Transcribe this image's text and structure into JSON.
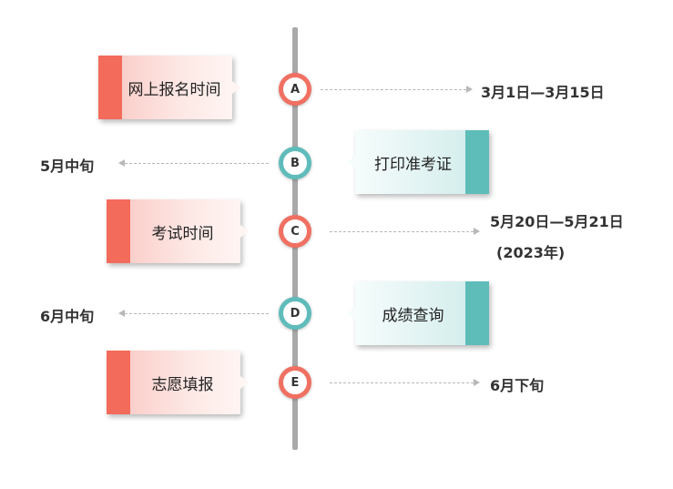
{
  "timeline": {
    "steps": [
      {
        "letter": "A",
        "label": "网上报名时间",
        "date": "3月1日—3月15日"
      },
      {
        "letter": "B",
        "label": "打印准考证",
        "date": "5月中旬"
      },
      {
        "letter": "C",
        "label": "考试时间",
        "date_line1": "5月20日—5月21日",
        "date_line2": "(2023年)"
      },
      {
        "letter": "D",
        "label": "成绩查询",
        "date": "6月中旬"
      },
      {
        "letter": "E",
        "label": "志愿填报",
        "date": "6月下旬"
      }
    ],
    "colors": {
      "accent_red": "#f36b5b",
      "accent_teal": "#5ebcb9",
      "axis": "#a9a9a9"
    }
  }
}
